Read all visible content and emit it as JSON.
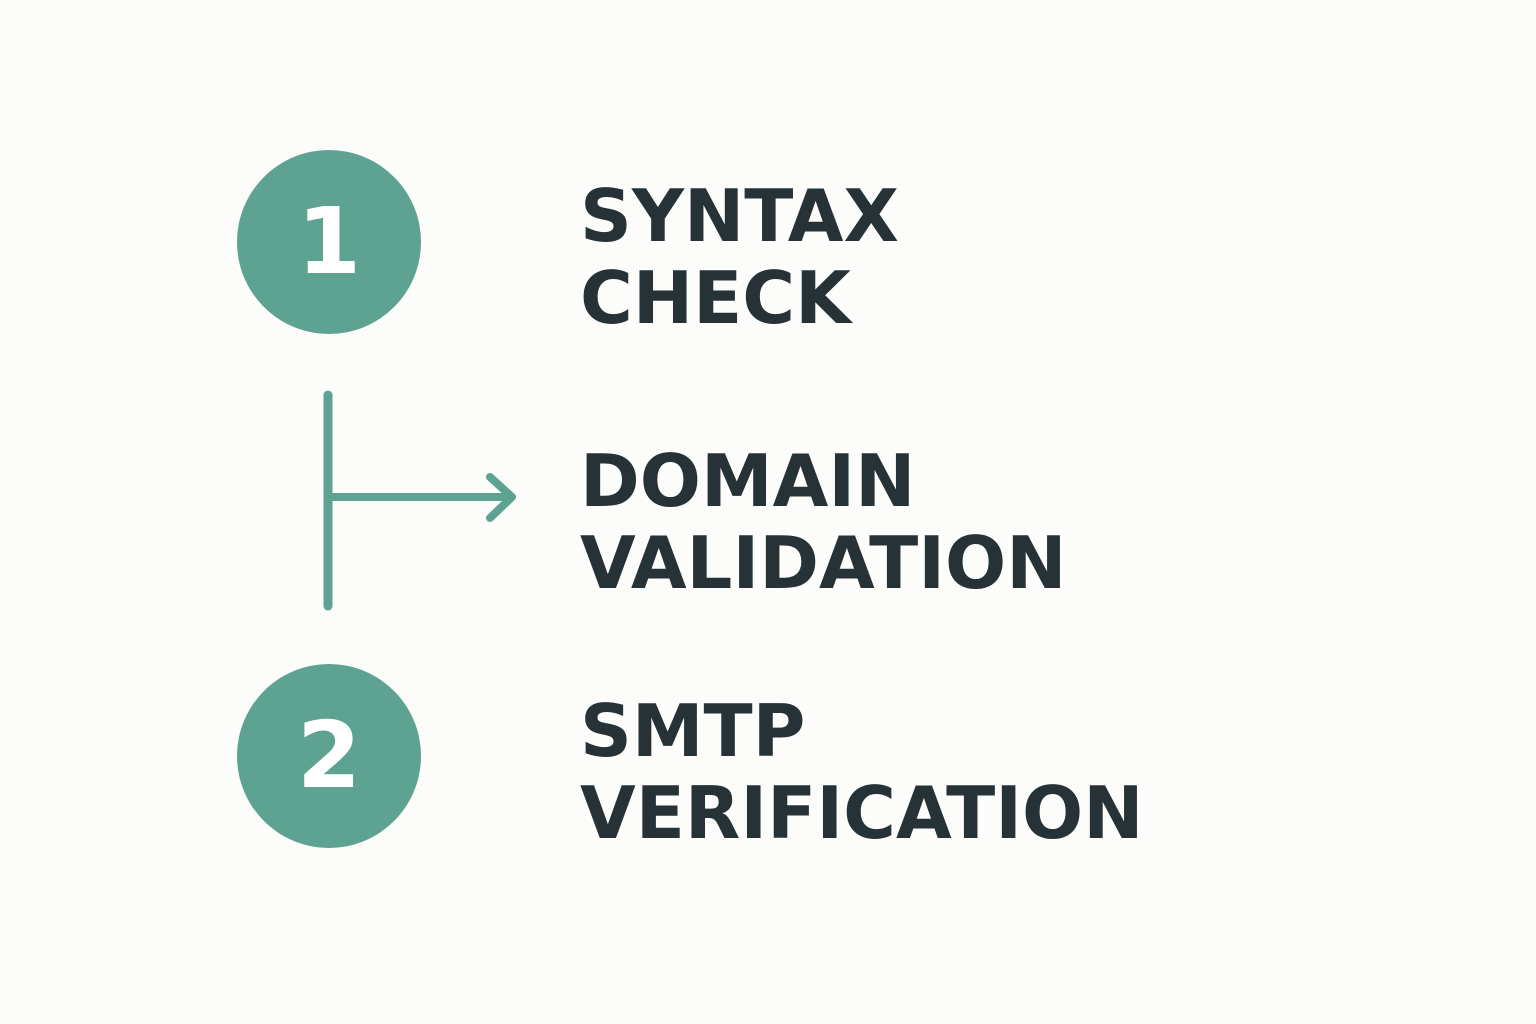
{
  "colors": {
    "accent": "#5ea391",
    "text": "#263236",
    "background": "#fcfcfb",
    "circle_text": "#ffffff"
  },
  "steps": [
    {
      "number": "1",
      "line1": "SYNTAX",
      "line2": "CHECK"
    },
    {
      "line1": "DOMAIN",
      "line2": "VALIDATION"
    },
    {
      "number": "2",
      "line1": "SMTP",
      "line2": "VERIFICATION"
    }
  ],
  "connector": {
    "icon": "arrow-right-icon"
  }
}
